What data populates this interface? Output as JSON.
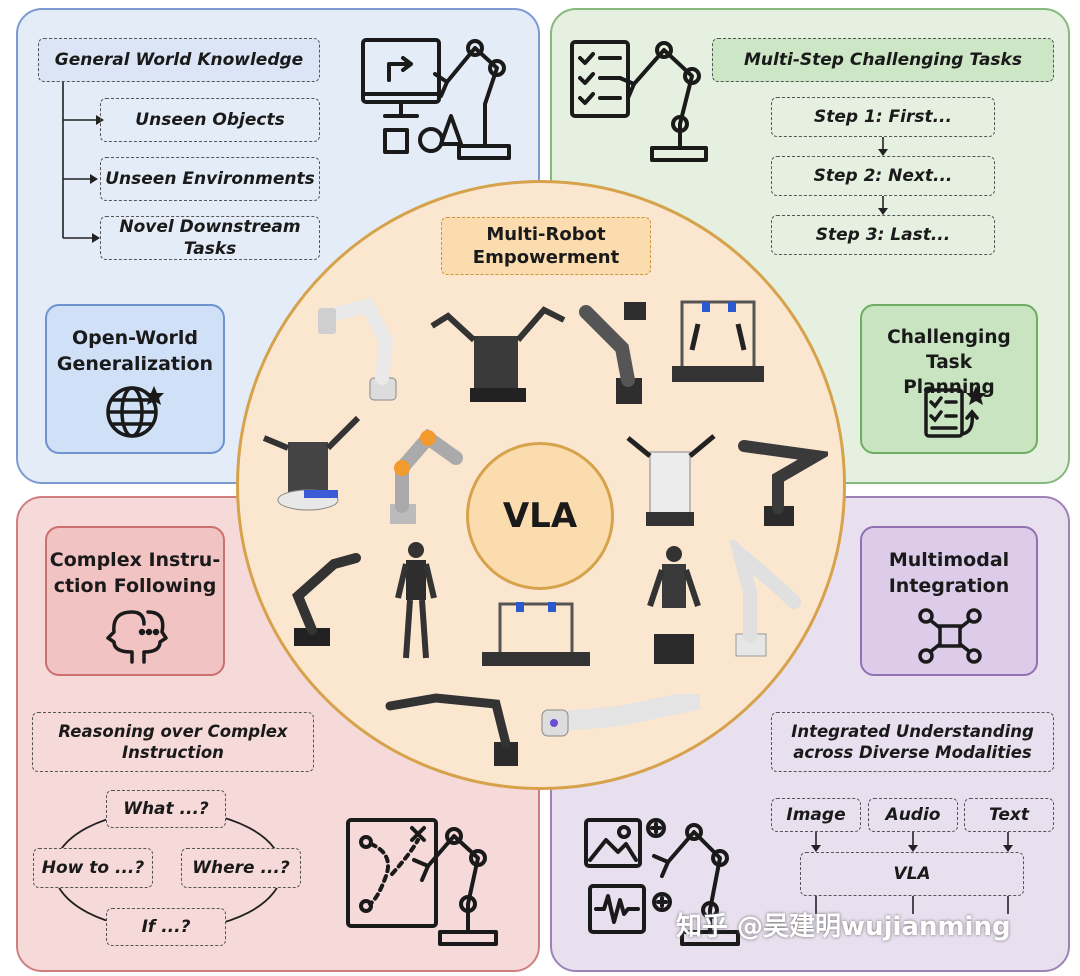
{
  "colors": {
    "blue": "#e4ecf8",
    "green": "#e5f0e1",
    "red": "#f6d9d9",
    "purple": "#e9e0ef",
    "center": "#fbe6cf"
  },
  "top_left": {
    "root": "General World Knowledge",
    "items": [
      "Unseen Objects",
      "Unseen Environments",
      "Novel Downstream Tasks"
    ],
    "title_line1": "Open-World",
    "title_line2": "Generalization",
    "icons": [
      "computer-robot-icon",
      "globe-star-icon"
    ]
  },
  "top_right": {
    "header": "Multi-Step Challenging Tasks",
    "steps": [
      "Step 1: First...",
      "Step 2: Next...",
      "Step 3: Last..."
    ],
    "title_line1": "Challenging Task",
    "title_line2": "Planning",
    "icons": [
      "checklist-robot-icon",
      "task-list-star-icon"
    ]
  },
  "bottom_left": {
    "title_line1": "Complex Instru-",
    "title_line2": "ction Following",
    "reasoning_line1": "Reasoning over Complex",
    "reasoning_line2": "Instruction",
    "questions": [
      "What ...?",
      "How to ...?",
      "Where ...?",
      "If ...?"
    ],
    "icons": [
      "two-heads-thinking-icon",
      "map-robot-icon"
    ]
  },
  "bottom_right": {
    "title_line1": "Multimodal",
    "title_line2": "Integration",
    "understanding_line1": "Integrated Understanding",
    "understanding_line2": "across Diverse Modalities",
    "modalities": [
      "Image",
      "Audio",
      "Text"
    ],
    "core": "VLA",
    "icons": [
      "network-nodes-icon",
      "image-audio-robot-icon"
    ]
  },
  "center": {
    "label_line1": "Multi-Robot",
    "label_line2": "Empowerment",
    "core": "VLA"
  },
  "watermark": "知乎 @吴建明wujianming"
}
